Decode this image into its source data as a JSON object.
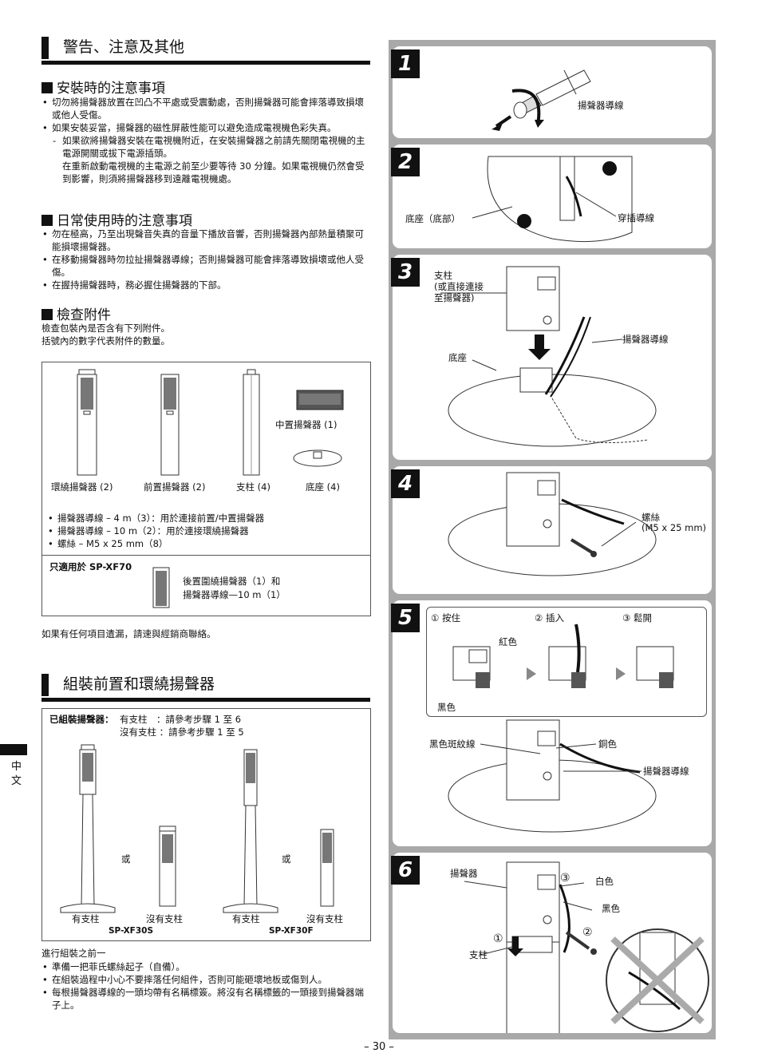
{
  "sections": {
    "warnings_title": "警告、注意及其他",
    "install_title": "安裝時的注意事項",
    "install_items": [
      "切勿將揚聲器放置在凹凸不平處或受震動處，否則揚聲器可能會摔落導致損壞或他人受傷。",
      "如果安裝妥當，揚聲器的磁性屏蔽性能可以避免造成電視機色彩失真。"
    ],
    "install_sub_dash": "如果欲將揚聲器安裝在電視機附近，在安裝揚聲器之前請先關閉電視機的主電源開關或拔下電源插頭。",
    "install_sub_plain": "在重新啟動電視機的主電源之前至少要等待 30 分鐘。如果電視機仍然會受到影響，則須將揚聲器移到遠離電視機處。",
    "daily_title": "日常使用時的注意事項",
    "daily_items": [
      "勿在極高，乃至出現聲音失真的音量下播放音響，否則揚聲器內部熱量積聚可能損壞揚聲器。",
      "在移動揚聲器時勿拉扯揚聲器導線；否則揚聲器可能會摔落導致損壞或他人受傷。",
      "在握持揚聲器時，務必握住揚聲器的下部。"
    ],
    "check_title": "檢查附件",
    "check_line1": "檢查包裝內是否含有下列附件。",
    "check_line2": "括號內的數字代表附件的數量。",
    "acc_center": "中置揚聲器 (1)",
    "acc_surround": "環繞揚聲器 (2)",
    "acc_front": "前置揚聲器 (2)",
    "acc_pole": "支柱 (4)",
    "acc_base": "底座 (4)",
    "acc_items": [
      "揚聲器導線 –  4 m（3）：用於連接前置/中置揚聲器",
      "揚聲器導線 – 10 m（2）：用於連接環繞揚聲器",
      "螺絲 – M5 x 25 mm（8）"
    ],
    "xf70_only": "只適用於 SP-XF70",
    "xf70_line1": "後置圍繞揚聲器（1）和",
    "xf70_line2": "揚聲器導線—10 m（1）",
    "missing_note": "如果有任何項目遺漏，請速與經銷商聯絡。",
    "assemble_title": "組裝前置和環繞揚聲器",
    "assembled_label": "已組裝揚聲器：",
    "with_pole_ref": "有支柱　：請參考步驟 1 至 6",
    "without_pole_ref": "沒有支柱 ：請參考步驟 1 至 5",
    "or": "或",
    "with_pole": "有支柱",
    "without_pole": "沒有支柱",
    "model_s": "SP-XF30S",
    "model_f": "SP-XF30F",
    "before_title": "進行組裝之前一",
    "before_items": [
      "準備一把菲氏螺絲起子（自備）。",
      "在組裝過程中小心不要摔落任何組件，否則可能砸壞地板或傷到人。",
      "每根揚聲器導線的一頭均帶有名稱標簽。將沒有名稱標籤的一頭接到揚聲器端子上。"
    ],
    "side_lang": "中文",
    "page_number": "– 30 –"
  },
  "steps": {
    "s1_num": "1",
    "s1_wire": "揚聲器導線",
    "s2_num": "2",
    "s2_base": "底座（底部）",
    "s2_thread": "穿插導線",
    "s3_num": "3",
    "s3_pole": "支柱",
    "s3_pole2": "(或直接連接",
    "s3_pole3": "至揚聲器)",
    "s3_base": "底座",
    "s3_wire": "揚聲器導線",
    "s4_num": "4",
    "s4_screw": "螺絲",
    "s4_screw2": "(M5 x 25 mm)",
    "s5_num": "5",
    "s5_press": "① 按住",
    "s5_insert": "② 插入",
    "s5_release": "③ 鬆開",
    "s5_red": "紅色",
    "s5_black": "黑色",
    "s5_stripe": "黑色斑紋線",
    "s5_copper": "銅色",
    "s5_wire": "揚聲器導線",
    "s6_num": "6",
    "s6_speaker": "揚聲器",
    "s6_white": "白色",
    "s6_black": "黑色",
    "s6_pole": "支柱",
    "s6_c1": "①",
    "s6_c2": "②",
    "s6_c3": "③"
  }
}
